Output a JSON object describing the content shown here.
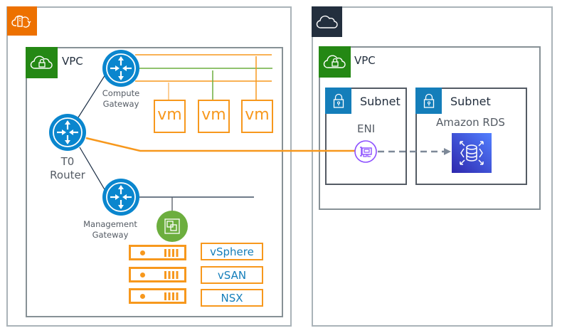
{
  "diagram": {
    "left_cloud": {
      "group_icon": "vmware-cloud-on-aws-icon",
      "group_color": "#ED7100",
      "vpc": {
        "label": "VPC",
        "icon": "vpc-cloud-lock-icon",
        "color": "#248814"
      },
      "compute_gateway": {
        "label_line1": "Compute",
        "label_line2": "Gateway",
        "icon": "router-icon"
      },
      "t0_router": {
        "label_line1": "T0",
        "label_line2": "Router",
        "icon": "router-icon"
      },
      "management_gateway": {
        "label_line1": "Management",
        "label_line2": "Gateway",
        "icon": "router-icon"
      },
      "vms": [
        {
          "label": "vm"
        },
        {
          "label": "vm"
        },
        {
          "label": "vm"
        }
      ],
      "management_node": {
        "icon": "vcenter-icon",
        "color": "#6CAE3E"
      },
      "servers": [
        {
          "icon": "server-icon"
        },
        {
          "icon": "server-icon"
        },
        {
          "icon": "server-icon"
        }
      ],
      "software": [
        {
          "label": "vSphere"
        },
        {
          "label": "vSAN"
        },
        {
          "label": "NSX"
        }
      ]
    },
    "right_cloud": {
      "group_icon": "aws-cloud-icon",
      "group_color": "#232F3E",
      "vpc": {
        "label": "VPC",
        "icon": "vpc-cloud-lock-icon",
        "color": "#248814"
      },
      "subnets": [
        {
          "label": "Subnet",
          "icon": "lock-icon",
          "service_label": "ENI",
          "service_icon": "elastic-network-interface-icon"
        },
        {
          "label": "Subnet",
          "icon": "lock-icon",
          "service_label": "Amazon RDS",
          "service_icon": "amazon-rds-icon"
        }
      ]
    },
    "colors": {
      "orange": "#F7981D",
      "green_line": "#6CAE3E",
      "navy_line": "#1B2E45",
      "router_blue": "#0A86CE",
      "subnet_blue": "#147EBA",
      "eni_purple": "#8C4FFF",
      "rds_blue": "#3B48CC",
      "dashed_arrow": "#7D8998"
    }
  }
}
